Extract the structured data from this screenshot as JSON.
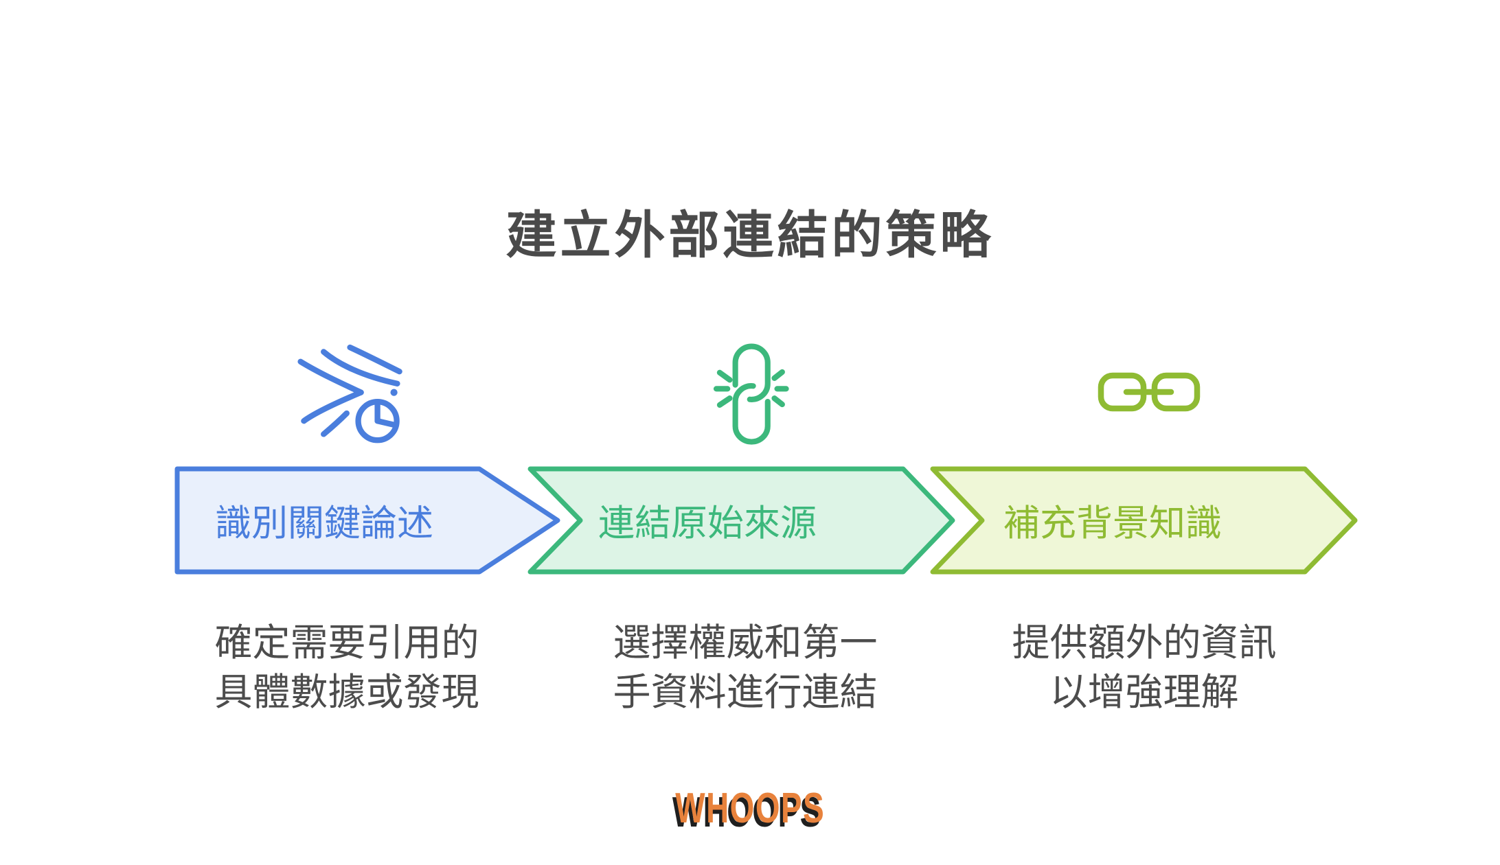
{
  "title": "建立外部連結的策略",
  "colors": {
    "heading": "#4a4a4a",
    "body": "#4c4c4c",
    "background": "#ffffff"
  },
  "steps": [
    {
      "label": "識別關鍵論述",
      "desc_line1": "確定需要引用的",
      "desc_line2": "具體數據或發現",
      "icon": "analysis-burst-clock-icon",
      "accent": "#4a7edd",
      "fill": "#e9f0fc"
    },
    {
      "label": "連結原始來源",
      "desc_line1": "選擇權威和第一",
      "desc_line2": "手資料進行連結",
      "icon": "chain-link-vertical-icon",
      "accent": "#3cb87c",
      "fill": "#ddf4e6"
    },
    {
      "label": "補充背景知識",
      "desc_line1": "提供額外的資訊",
      "desc_line2": "以增強理解",
      "icon": "chain-link-horizontal-icon",
      "accent": "#8fbb33",
      "fill": "#eff7d7"
    }
  ],
  "brand": {
    "text": "WHOOPS",
    "color": "#e8823c",
    "shadow_color": "#1f1f1f"
  }
}
